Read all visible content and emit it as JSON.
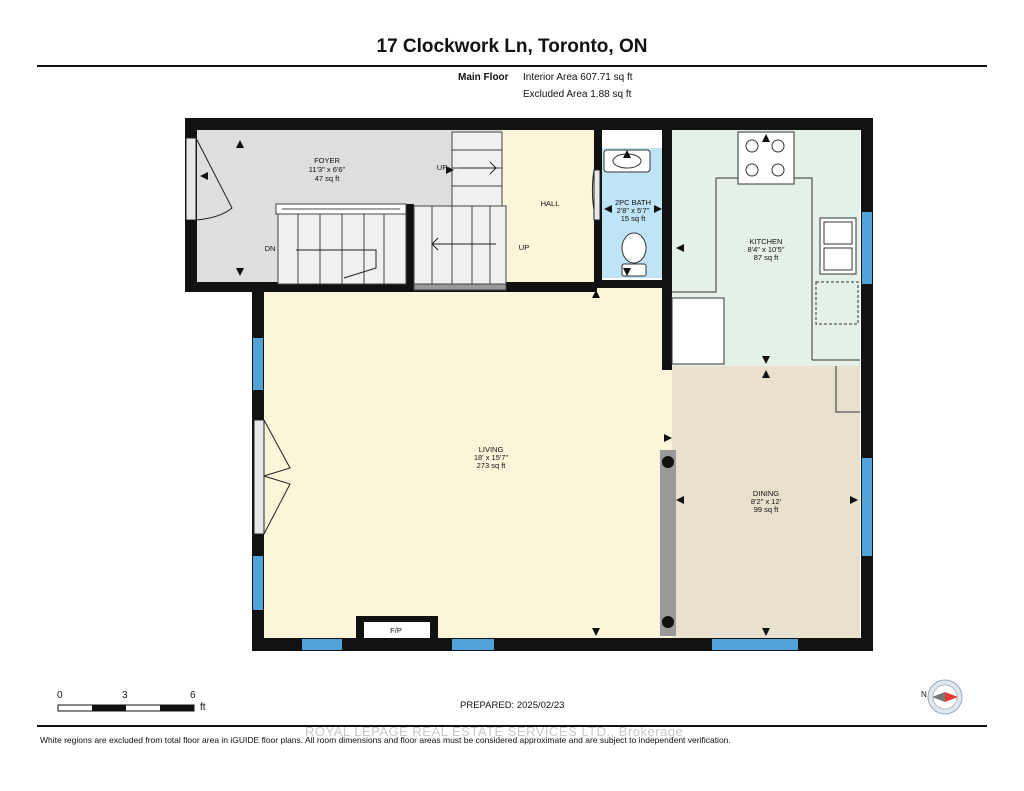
{
  "header": {
    "address": "17 Clockwork Ln, Toronto, ON",
    "floor_label": "Main Floor",
    "interior_area": "Interior Area 607.71 sq ft",
    "excluded_area": "Excluded Area 1.88 sq ft"
  },
  "rooms": {
    "foyer": {
      "name": "FOYER",
      "dims": "11'3\" x 6'6\"",
      "area": "47 sq ft"
    },
    "bath": {
      "name": "2PC BATH",
      "dims": "2'8\" x 5'7\"",
      "area": "15 sq ft"
    },
    "kitchen": {
      "name": "KITCHEN",
      "dims": "8'4\" x 10'5\"",
      "area": "87 sq ft"
    },
    "living": {
      "name": "LIVING",
      "dims": "18' x 15'7\"",
      "area": "273 sq ft"
    },
    "dining": {
      "name": "DINING",
      "dims": "8'2\" x 12'",
      "area": "99 sq ft"
    },
    "hall": {
      "name": "HALL"
    }
  },
  "labels": {
    "up_top": "UP",
    "up_hall": "UP",
    "down": "DN",
    "fireplace": "F/P"
  },
  "scale": {
    "ticks": [
      "0",
      "3",
      "6"
    ],
    "unit": "ft"
  },
  "compass": {
    "north": "N"
  },
  "footer": {
    "prepared": "PREPARED: 2025/02/23",
    "watermark": "ROYAL LEPAGE REAL ESTATE SERVICES LTD., Brokerage",
    "note": "White regions are excluded from total floor area in iGUIDE floor plans. All room dimensions and floor areas must be considered approximate and are subject to independent verification."
  },
  "colors": {
    "wall": "#111111",
    "foyer_fill": "#dedede",
    "living_fill": "#fbf5d9",
    "bath_fill": "#bfe3f7",
    "kitchen_fill": "#e3f1e9",
    "dining_fill": "#e9e0ce",
    "window": "#4fa3d8"
  }
}
